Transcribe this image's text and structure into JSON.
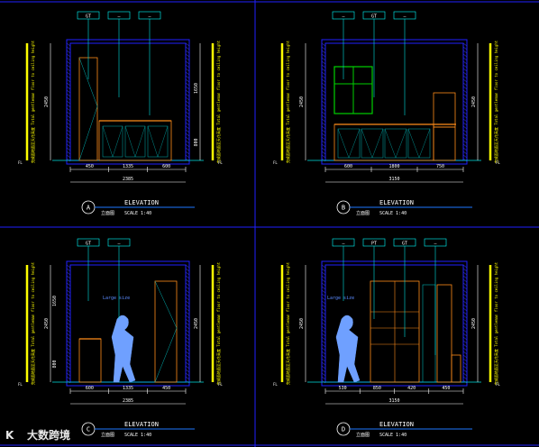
{
  "watermark": {
    "logo": "K",
    "text": "大数跨境"
  },
  "colors": {
    "background": "#000000",
    "frame": "#2020ff",
    "dimension": "#ffffff",
    "leader": "#00e0e0",
    "level": "#ffff00",
    "cabinet": "#ff8c1a",
    "glass": "#00b0b0",
    "window": "#00d000",
    "figure": "#6fa0ff",
    "figure_label": "#5b8bff",
    "title_line": "#1e78ff",
    "tag": "#00ffff",
    "wall": "#3030c0"
  },
  "elevations": [
    {
      "id": "A",
      "title": "ELEVATION",
      "subtitle": "立面图",
      "scale": "SCALE 1:40",
      "tags": [
        "GT",
        "—",
        "—"
      ],
      "left_height_total": "2450",
      "right_heights": [
        "1650",
        "800"
      ],
      "bottom_dims": [
        "450",
        "1335",
        "600"
      ],
      "overall_width": "2385",
      "side_note_vertical": "完成面地面至天花高度  Total gentleman floor to ceiling height",
      "level_mark": "FL"
    },
    {
      "id": "B",
      "title": "ELEVATION",
      "subtitle": "立面图",
      "scale": "SCALE 1:40",
      "tags": [
        "—",
        "GT",
        "—"
      ],
      "left_height_total": "2450",
      "right_heights": [
        "2450"
      ],
      "bottom_dims": [
        "600",
        "1800",
        "750"
      ],
      "overall_width": "3150",
      "side_note_vertical": "完成面地面至天花高度  Total gentleman floor to ceiling height",
      "level_mark": "FL"
    },
    {
      "id": "C",
      "title": "ELEVATION",
      "subtitle": "立面图",
      "scale": "SCALE 1:40",
      "tags": [
        "GT",
        "—"
      ],
      "left_height_total": "2450",
      "left_heights": [
        "1650",
        "800"
      ],
      "right_heights": [
        "2450"
      ],
      "bottom_dims": [
        "600",
        "1335",
        "450"
      ],
      "overall_width": "2385",
      "side_note_vertical": "完成面地面至天花高度  Total gentleman floor to ceiling height",
      "level_mark": "FL",
      "figure_label": "Large size"
    },
    {
      "id": "D",
      "title": "ELEVATION",
      "subtitle": "立面图",
      "scale": "SCALE 1:40",
      "tags": [
        "—",
        "PT",
        "GT",
        "—"
      ],
      "left_height_total": "2450",
      "right_heights": [
        "2450"
      ],
      "bottom_dims": [
        "530",
        "850",
        "420",
        "450"
      ],
      "overall_width": "3150",
      "side_note_vertical": "完成面地面至天花高度  Total gentleman floor to ceiling height",
      "level_mark": "FL",
      "figure_label": "Large size"
    }
  ]
}
